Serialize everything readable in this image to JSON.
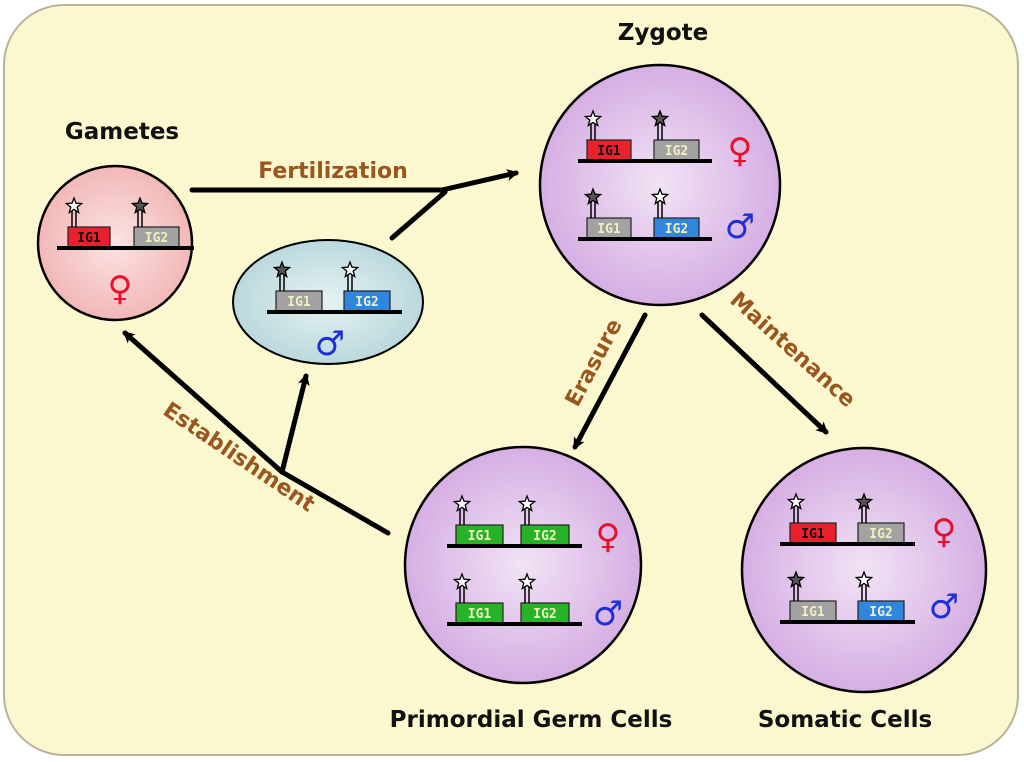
{
  "labels": {
    "gametes": "Gametes",
    "zygote": "Zygote",
    "pgc": "Primordial Germ Cells",
    "somatic": "Somatic Cells"
  },
  "processes": {
    "fertilization": "Fertilization",
    "erasure": "Erasure",
    "maintenance": "Maintenance",
    "establishment": "Establishment"
  },
  "genes": {
    "ig1": "IG1",
    "ig2": "IG2"
  },
  "symbols": {
    "female": "♀",
    "male": "♂"
  },
  "colors": {
    "background": "#fbf7cf",
    "female_symbol": "#e8102c",
    "male_symbol": "#1d2fd6",
    "process_text": "#99561f",
    "egg_fill": "#f6c8c8",
    "sperm_fill": "#cce4e6",
    "cell_fill": "#dcb9e8",
    "gene_red": "#e8222c",
    "gene_gray": "#a2a2a2",
    "gene_blue": "#2f86dc",
    "gene_green": "#28b228"
  }
}
